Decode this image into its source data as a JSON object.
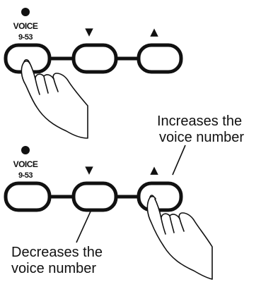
{
  "panels": [
    {
      "id": "top",
      "voice_label": "VOICE",
      "range_label": "9-53",
      "down_arrow": "▼",
      "up_arrow": "▲"
    },
    {
      "id": "bottom",
      "voice_label": "VOICE",
      "range_label": "9-53",
      "down_arrow": "▼",
      "up_arrow": "▲",
      "increase_caption": [
        "Increases the",
        "voice number"
      ],
      "decrease_caption": [
        "Decreases the",
        "voice number"
      ]
    }
  ],
  "icons": {
    "indicator": "filled-circle",
    "finger": "pointing-hand"
  }
}
